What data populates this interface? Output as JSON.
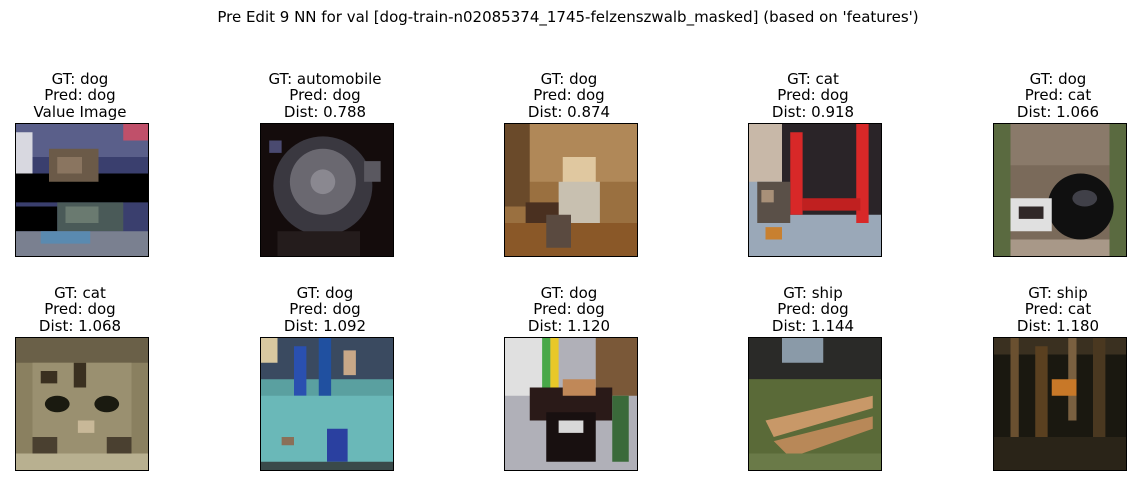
{
  "figure": {
    "title": "Pre Edit 9 NN for val [dog-train-n02085374_1745-felzenszwalb_masked] (based on 'features')"
  },
  "panels": [
    {
      "gt": "GT: dog",
      "pred": "Pred: dog",
      "extra": "Value Image",
      "image": "masked-dog-photo"
    },
    {
      "gt": "GT: automobile",
      "pred": "Pred: dog",
      "extra": "Dist: 0.788",
      "image": "dark-car-wheel-photo"
    },
    {
      "gt": "GT: dog",
      "pred": "Pred: dog",
      "extra": "Dist: 0.874",
      "image": "person-with-dog-indoors-photo"
    },
    {
      "gt": "GT: cat",
      "pred": "Pred: dog",
      "extra": "Dist: 0.918",
      "image": "cat-red-chair-photo"
    },
    {
      "gt": "GT: dog",
      "pred": "Pred: cat",
      "extra": "Dist: 1.066",
      "image": "dog-nose-closeup-photo"
    },
    {
      "gt": "GT: cat",
      "pred": "Pred: dog",
      "extra": "Dist: 1.068",
      "image": "tabby-cat-face-photo"
    },
    {
      "gt": "GT: dog",
      "pred": "Pred: dog",
      "extra": "Dist: 1.092",
      "image": "dog-show-ring-photo"
    },
    {
      "gt": "GT: dog",
      "pred": "Pred: dog",
      "extra": "Dist: 1.120",
      "image": "dark-dog-indoors-photo"
    },
    {
      "gt": "GT: ship",
      "pred": "Pred: dog",
      "extra": "Dist: 1.144",
      "image": "boats-on-grass-photo"
    },
    {
      "gt": "GT: ship",
      "pred": "Pred: cat",
      "extra": "Dist: 1.180",
      "image": "dark-harbor-photo"
    }
  ]
}
